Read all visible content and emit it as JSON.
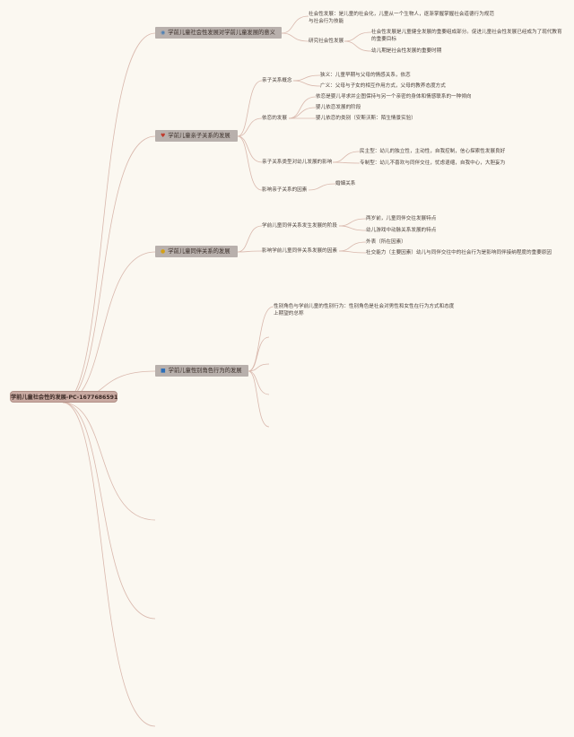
{
  "root": {
    "label": "学前儿童社会性的发展-PC-1677686591"
  },
  "colors": {
    "line": "#d9b8ad",
    "branch_bg": "#b8b0ac",
    "root_bg": "#c9aaa2",
    "background": "#fbf8f1"
  },
  "b1": {
    "icon": "globe-icon",
    "glyph": "◉",
    "icon_color": "#4a7fb5",
    "label": "学前儿童社会性发展对学前儿童发展的意义",
    "c1": "社会性发展：是儿童的社会化，儿童从一个生物人，逐渐掌握掌握社会道德行为规范与社会行为技能",
    "c2": "研究社会性发展",
    "c2a": "社会性发展是儿童健全发展的重要组成部分。促进儿童社会性发展已经成为了现代教育的重要目标",
    "c2b": "幼儿期是社会性发展的重要时期"
  },
  "b2": {
    "icon": "heart-icon",
    "glyph": "♥",
    "icon_color": "#c0392b",
    "label": "学前儿童亲子关系的发展",
    "c1": "亲子关系概念",
    "c1a": "狭义：儿童早期与父母的情感关系，依恋",
    "c1b": "广义：父母与子女的相互作用方式，父母的教养态度方式",
    "c2": "依恋的发展",
    "c2a": "依恋是婴儿寻求并企图保持与另一个亲密的身体和情感联系的一种倾向",
    "c2b": "婴儿依恋发展的阶段",
    "c2c": "婴儿依恋的类别（安斯沃斯：陌生情景实验）",
    "c3": "亲子关系类型对幼儿发展的影响",
    "c3a": "民主型：幼儿的独立性，主动性，自我控制，信心探索性发展良好",
    "c3b": "专制型：幼儿不喜欢与同伴交往，忧虑退缩，自我中心，大胆妄为",
    "c4": "影响亲子关系的因素",
    "c4a": "婚姻关系"
  },
  "b3": {
    "icon": "people-icon",
    "glyph": "●",
    "icon_color": "#d4a017",
    "label": "学前儿童同伴关系的发展",
    "c1": "学前儿童同伴关系发生发展的阶段",
    "c1a": "两岁前，儿童同伴交往发展特点",
    "c1b": "幼儿游戏中动脉关系发展的特点",
    "c2": "影响学前儿童同伴关系发展的因素",
    "c2a": "外表（所在因素）",
    "c2b": "社交能力（主要因素）幼儿与同伴交往中的社会行为是影响同伴接纳程度的重要原因"
  },
  "b4": {
    "icon": "book-icon",
    "glyph": "■",
    "icon_color": "#2d6fb8",
    "label": "学前儿童性别角色行为的发展",
    "c1": "性别角色与学前儿童的性别行为：性别角色是社会对男性和女性在行为方式和态度上期望的总称"
  }
}
